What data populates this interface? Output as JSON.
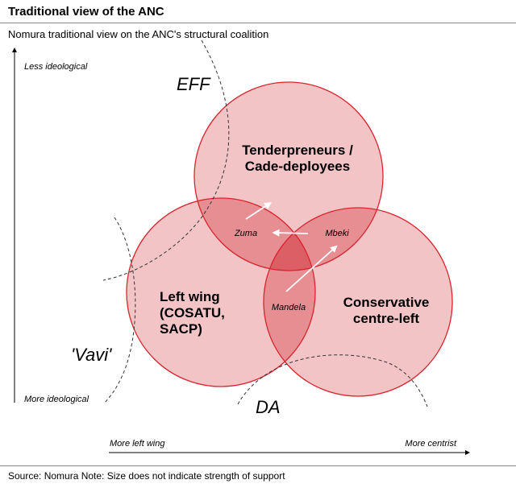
{
  "header": {
    "title": "Traditional view of the ANC",
    "subtitle": "Nomura traditional view on the ANC's structural coalition"
  },
  "axes": {
    "y_top": "Less ideological",
    "y_bottom": "More ideological",
    "x_left": "More left wing",
    "x_right": "More centrist"
  },
  "circles": {
    "top": {
      "line1": "Tenderpreneurs /",
      "line2": "Cade-deployees"
    },
    "left": {
      "line1": "Left wing",
      "line2": "(COSATU,",
      "line3": "SACP)"
    },
    "right": {
      "line1": "Conservative",
      "line2": "centre-left"
    }
  },
  "people": {
    "zuma": "Zuma",
    "mbeki": "Mbeki",
    "mandela": "Mandela"
  },
  "outside": {
    "eff": "EFF",
    "vavi": "'Vavi'",
    "da": "DA"
  },
  "footer": {
    "source": "Source: Nomura  Note: Size does not indicate strength of support"
  },
  "colors": {
    "circle_fill": "#f2c4c6",
    "circle_stroke": "#d9232d",
    "overlap_two": "#e68e92",
    "overlap_three": "#dc5f66"
  }
}
